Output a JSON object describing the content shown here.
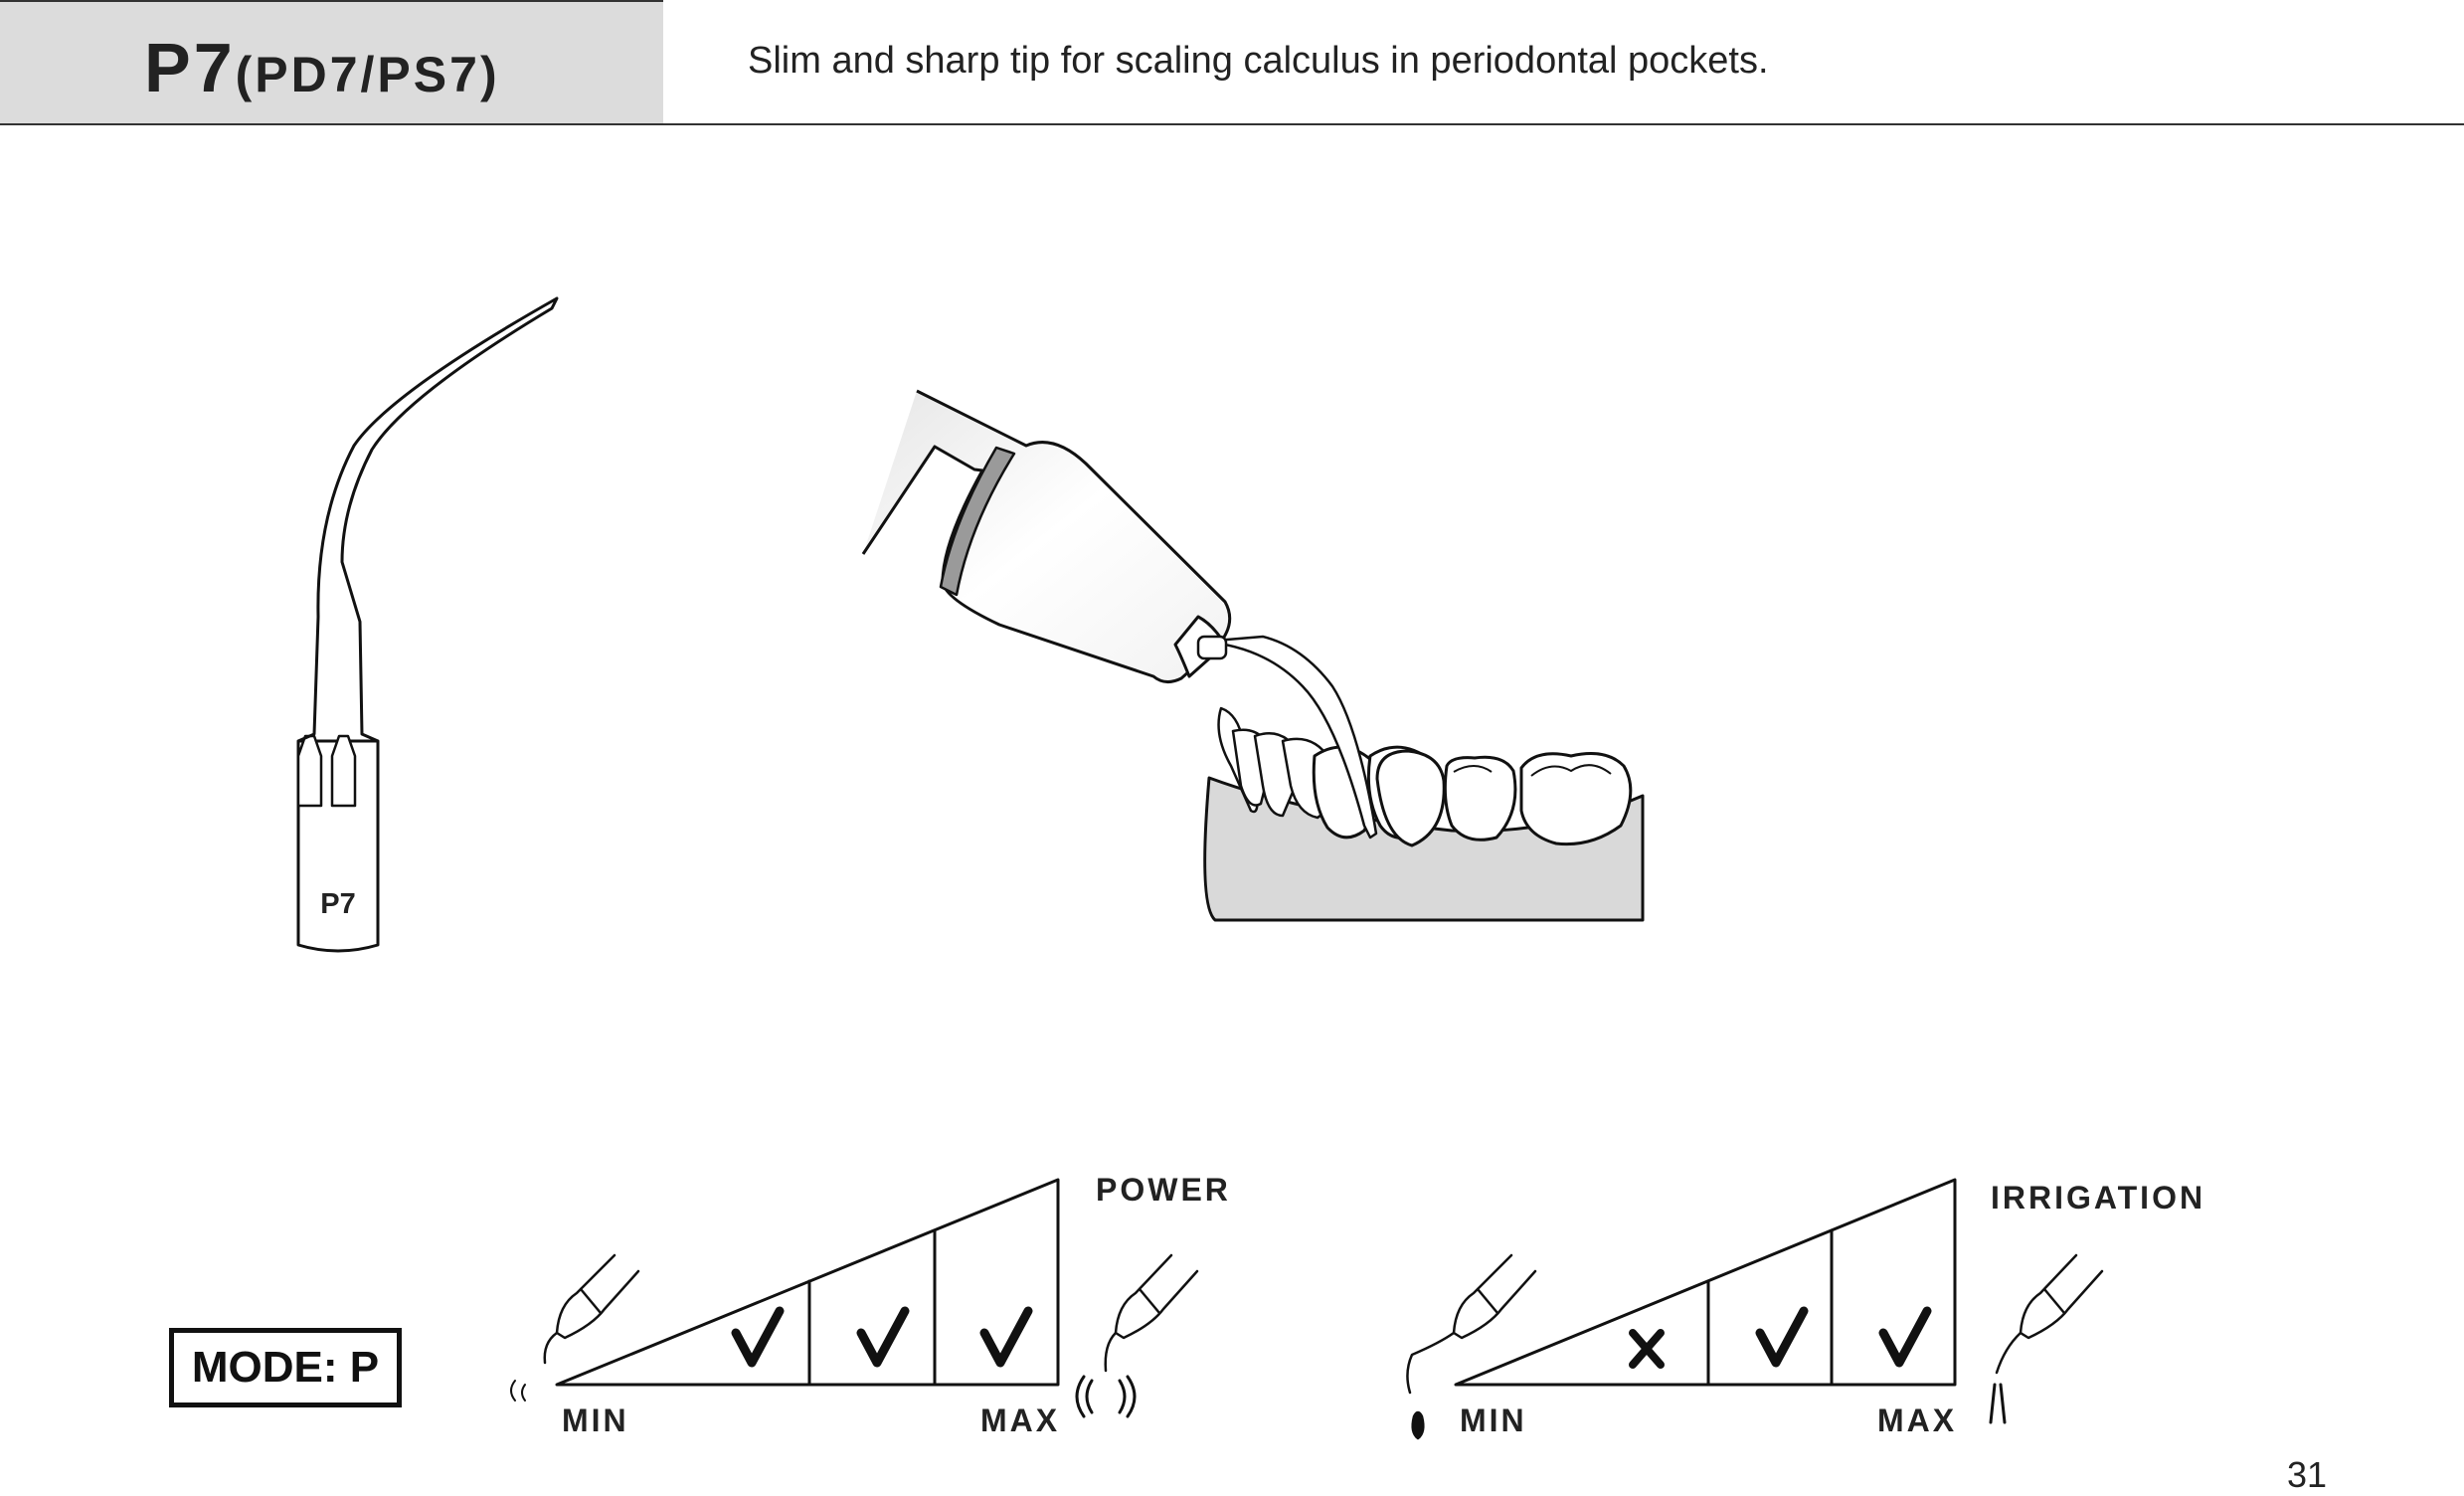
{
  "header": {
    "title_main": "P7",
    "title_sub": "(PD7/PS7)",
    "description": "Slim and sharp tip for scaling calculus in periodontal pockets."
  },
  "tip_illustration": {
    "engraving": "P7"
  },
  "mode": {
    "label": "MODE: P"
  },
  "power_chart": {
    "title": "POWER",
    "min_label": "MIN",
    "max_label": "MAX",
    "levels": [
      "check",
      "check",
      "check"
    ]
  },
  "irrigation_chart": {
    "title": "IRRIGATION",
    "min_label": "MIN",
    "max_label": "MAX",
    "levels": [
      "cross",
      "check",
      "check"
    ]
  },
  "page_number": "31",
  "colors": {
    "header_bg": "#dcdcdc",
    "gum": "#d9d9d9",
    "ink": "#111111"
  }
}
